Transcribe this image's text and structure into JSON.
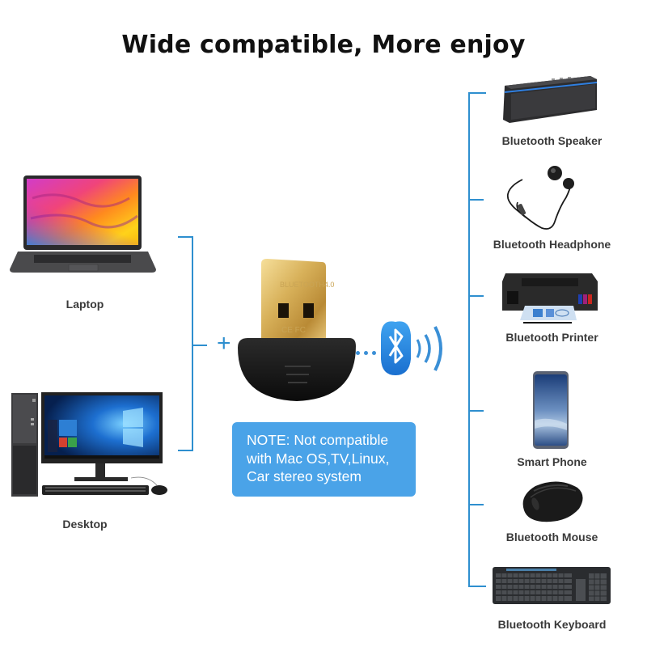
{
  "header": {
    "title": "Wide compatible, More enjoy"
  },
  "left_devices": [
    {
      "label": "Laptop",
      "icon": "laptop-icon"
    },
    {
      "label": "Desktop",
      "icon": "desktop-computer-icon"
    }
  ],
  "center": {
    "adapter_icon": "usb-bluetooth-adapter-icon",
    "adapter_engraving": "BLUETOOTH4.0",
    "plus_symbol": "+",
    "bluetooth_icon": "bluetooth-icon",
    "note": {
      "lines": [
        "NOTE: Not compatible",
        "with Mac OS,TV,Linux,",
        "Car stereo system"
      ],
      "background_color": "#4aa3e8",
      "text_color": "#ffffff"
    }
  },
  "right_devices": [
    {
      "label": "Bluetooth Speaker",
      "icon": "speaker-icon"
    },
    {
      "label": "Bluetooth Headphone",
      "icon": "headphone-icon"
    },
    {
      "label": "Bluetooth Printer",
      "icon": "printer-icon"
    },
    {
      "label": "Smart Phone",
      "icon": "smartphone-icon"
    },
    {
      "label": "Bluetooth Mouse",
      "icon": "mouse-icon"
    },
    {
      "label": "Bluetooth Keyboard",
      "icon": "keyboard-icon"
    }
  ],
  "colors": {
    "bracket": "#2e8fcf",
    "bluetooth": "#1f7fd8",
    "label_text": "#3a3a3a"
  }
}
